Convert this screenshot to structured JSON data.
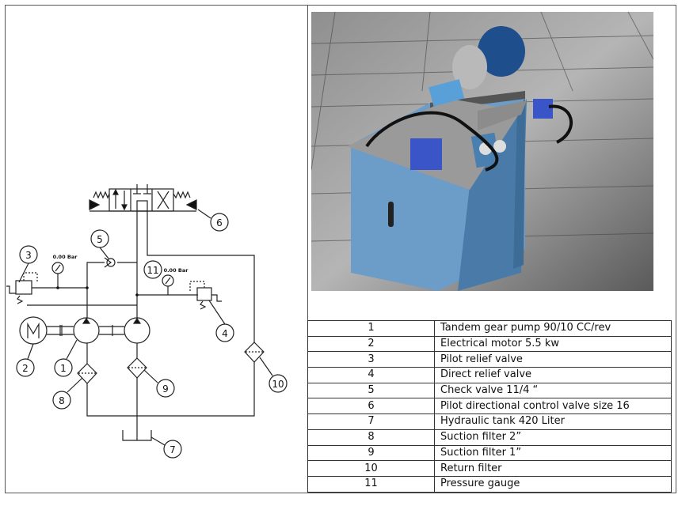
{
  "schematic": {
    "gauge_readings": [
      "0.00 Bar",
      "0.00 Bar"
    ],
    "callouts": [
      "1",
      "2",
      "3",
      "4",
      "5",
      "6",
      "7",
      "8",
      "9",
      "10",
      "11"
    ]
  },
  "photo": {
    "subject": "hydraulic-power-unit"
  },
  "components_table": [
    {
      "no": "1",
      "description": "Tandem gear pump 90/10 CC/rev"
    },
    {
      "no": "2",
      "description": "Electrical motor 5.5 kw"
    },
    {
      "no": "3",
      "description": "Pilot relief valve"
    },
    {
      "no": "4",
      "description": "Direct relief valve"
    },
    {
      "no": "5",
      "description": "Check valve 11/4 “"
    },
    {
      "no": "6",
      "description": "Pilot directional control valve size 16"
    },
    {
      "no": "7",
      "description": "Hydraulic tank 420 Liter"
    },
    {
      "no": "8",
      "description": "Suction filter 2”"
    },
    {
      "no": "9",
      "description": "Suction filter 1”"
    },
    {
      "no": "10",
      "description": "Return filter"
    },
    {
      "no": "11",
      "description": "Pressure gauge"
    }
  ],
  "colors": {
    "tank": "#5b8fbf",
    "motor": "#1f4e8c",
    "floor": "#8a8a8a"
  }
}
